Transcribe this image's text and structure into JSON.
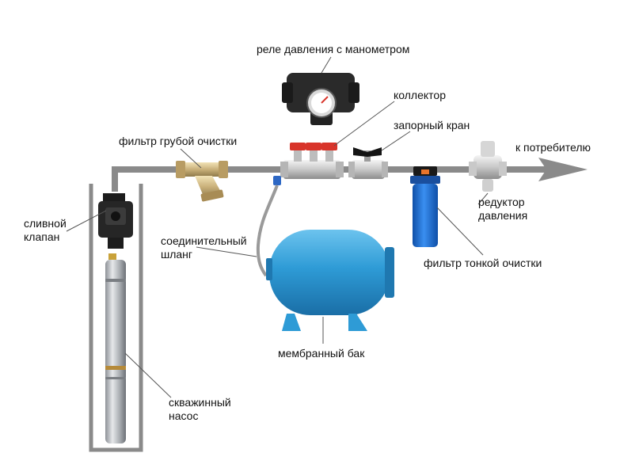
{
  "labels": {
    "pressure_relay": "реле давления с манометром",
    "manifold": "коллектор",
    "shutoff_valve": "запорный кран",
    "coarse_filter": "фильтр грубой очистки",
    "to_consumer": "к потребителю",
    "drain_valve_line1": "сливной",
    "drain_valve_line2": "клапан",
    "connecting_hose_line1": "соединительный",
    "connecting_hose_line2": "шланг",
    "pressure_reducer_line1": "редуктор",
    "pressure_reducer_line2": "давления",
    "fine_filter": "фильтр тонкой очистки",
    "membrane_tank": "мембранный бак",
    "well_pump_line1": "скважинный",
    "well_pump_line2": "насос"
  },
  "colors": {
    "pipe": "#8a8a8a",
    "tank": "#2e9bd6",
    "tank_dark": "#1f78b0",
    "filter_blue": "#1e6fd1",
    "brass": "#c9b07a",
    "valve_red": "#d8342a",
    "relay_body": "#2a2a2a",
    "leader": "#555555"
  }
}
